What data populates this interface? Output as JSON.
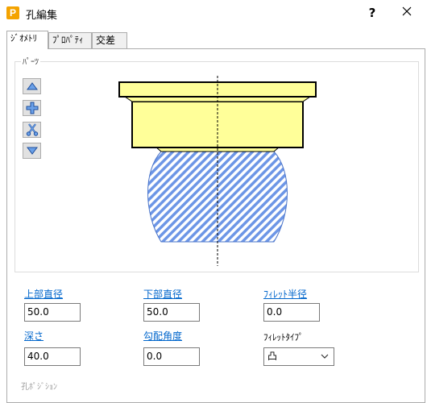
{
  "window": {
    "title": "孔編集",
    "app_icon_letter": "P",
    "help_label": "?"
  },
  "tabs": [
    {
      "label": "ｼﾞｵﾒﾄﾘ",
      "active": true
    },
    {
      "label": "ﾌﾟﾛﾊﾟﾃｨ",
      "active": false
    },
    {
      "label": "交差",
      "active": false
    }
  ],
  "parts_group": {
    "label": "ﾊﾟｰﾂ"
  },
  "fields": {
    "upper_diameter": {
      "label": "上部直径",
      "value": "50.0"
    },
    "lower_diameter": {
      "label": "下部直径",
      "value": "50.0"
    },
    "fillet_radius": {
      "label": "ﾌｨﾚｯﾄ半径",
      "value": "0.0"
    },
    "depth": {
      "label": "深さ",
      "value": "40.0"
    },
    "draft_angle": {
      "label": "勾配角度",
      "value": "0.0"
    },
    "fillet_type": {
      "label": "ﾌｨﾚｯﾄﾀｲﾌﾟ",
      "value": "凸"
    }
  },
  "position_group": {
    "label": "孔ﾎﾟｼﾞｼｮﾝ"
  },
  "colors": {
    "part_fill": "#ffff99",
    "hatch": "#6d96e6",
    "link": "#0066cc"
  }
}
